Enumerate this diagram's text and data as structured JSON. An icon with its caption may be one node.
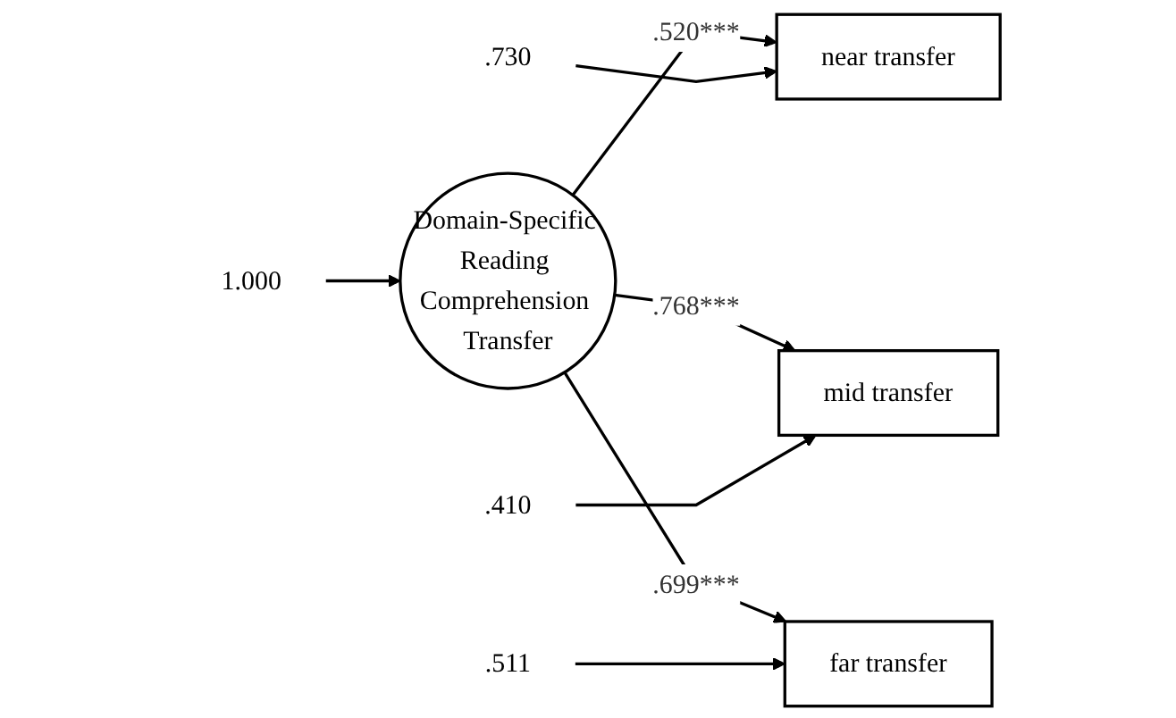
{
  "diagram": {
    "nodes": [
      {
        "text": [
          "1.000"
        ]
      },
      {
        "text": [
          "Domain-Specific Reading Comprehension Transfer"
        ]
      },
      {
        "text": [
          "near transfer"
        ]
      },
      {
        "text": [
          "mid transfer"
        ]
      },
      {
        "text": [
          "far transfer"
        ]
      },
      {
        "text": [
          ".730"
        ]
      },
      {
        "text": [
          ".410"
        ]
      },
      {
        "text": [
          ".511"
        ]
      }
    ],
    "edges": [
      {
        "from": 0,
        "to": 1,
        "arrow": "to"
      },
      {
        "from": 1,
        "to": 2,
        "arrow": "to",
        "label": ".520***"
      },
      {
        "from": 1,
        "to": 3,
        "arrow": "to",
        "label": ".768***"
      },
      {
        "from": 1,
        "to": 4,
        "arrow": "to",
        "label": ".699***"
      },
      {
        "from": 5,
        "to": 2,
        "arrow": "to"
      },
      {
        "from": 6,
        "to": 3,
        "arrow": "to"
      },
      {
        "from": 7,
        "to": 4,
        "arrow": "to"
      }
    ]
  }
}
